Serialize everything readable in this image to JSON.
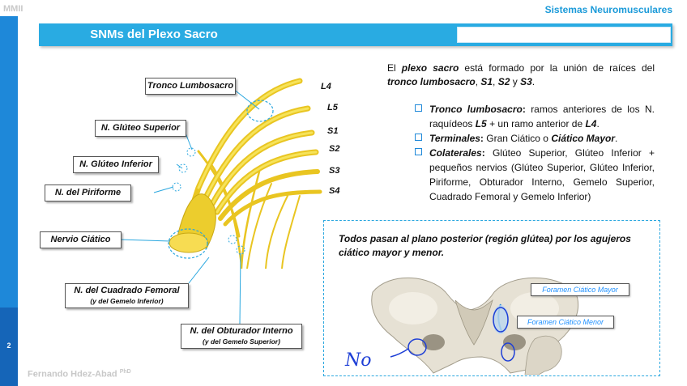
{
  "header": {
    "corner": "MMII",
    "course": "Sistemas Neuromusculares"
  },
  "title": "SNMs del Plexo Sacro",
  "footer": {
    "author": "Fernando Hdez-Abad",
    "author_sup": "PhD",
    "page": "2"
  },
  "intro": {
    "t1": "El ",
    "t2": "plexo sacro",
    "t3": " está formado por la unión de raíces del ",
    "t4": "tronco lumbosacro",
    "t5": ", ",
    "t6": "S1",
    "t7": ", ",
    "t8": "S2",
    "t9": " y ",
    "t10": "S3",
    "t11": "."
  },
  "bullets": [
    {
      "head": "Tronco lumbosacro",
      "sep": ": ",
      "text": "ramos anteriores de los N. raquídeos ",
      "b1": "L5",
      "text2": " + un ramo anterior de ",
      "b2": "L4",
      "end": "."
    },
    {
      "head": "Terminales",
      "sep": ": ",
      "text": "Gran Ciático o ",
      "b1": "Ciático Mayor",
      "end": "."
    },
    {
      "head": "Colaterales",
      "sep": ": ",
      "text": "Glúteo Superior, Glúteo Inferior + pequeños nervios (Glúteo Superior, Glúteo Inferior, Piriforme, Obturador Interno, Gemelo Superior, Cuadrado Femoral y Gemelo Inferior)"
    }
  ],
  "note": "Todos pasan al plano posterior (región glútea) por los agujeros ciático mayor y menor.",
  "foramen": {
    "major": "Foramen Ciático Mayor",
    "minor": "Foramen Ciático Menor"
  },
  "handwriting": "No",
  "roots": [
    "L4",
    "L5",
    "S1",
    "S2",
    "S3",
    "S4"
  ],
  "labels": {
    "tronco": "Tronco Lumbosacro",
    "gluteo_sup": "N. Glúteo Superior",
    "gluteo_inf": "N. Glúteo Inferior",
    "piriforme": "N. del Piriforme",
    "ciatico": "Nervio Ciático",
    "cuadrado": "N. del Cuadrado Femoral",
    "cuadrado_sub": "(y del Gemelo Inferior)",
    "obturador": "N. del Obturador Interno",
    "obturador_sub": "(y del Gemelo Superior)"
  },
  "colors": {
    "accent": "#29abe2",
    "stripe": "#1e88d9",
    "nerve": "#f2d43a",
    "handwriting": "#1e3fd6"
  }
}
